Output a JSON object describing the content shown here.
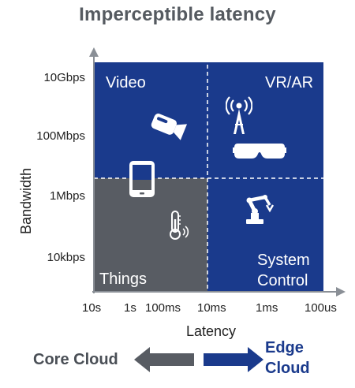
{
  "title": "Imperceptible latency",
  "quadrants": {
    "video": "Video",
    "vrar": "VR/AR",
    "things": "Things",
    "system_control_line1": "System",
    "system_control_line2": "Control"
  },
  "y_axis": {
    "label": "Bandwidth",
    "ticks": [
      "10Gbps",
      "100Mbps",
      "1Mbps",
      "10kbps"
    ]
  },
  "x_axis": {
    "label": "Latency",
    "ticks": [
      "10s",
      "1s",
      "100ms",
      "10ms",
      "1ms",
      "100us"
    ]
  },
  "bottom": {
    "core_cloud": "Core Cloud",
    "edge_line1": "Edge",
    "edge_line2": "Cloud"
  },
  "icons": [
    "camera-icon",
    "cell-tower-icon",
    "vr-headset-icon",
    "tablet-icon",
    "thermometer-icon",
    "robot-arm-icon"
  ],
  "colors": {
    "blue": "#1a3a8c",
    "gray": "#585c63",
    "edge_text": "#1a3a8c",
    "core_text": "#4a4f56"
  }
}
